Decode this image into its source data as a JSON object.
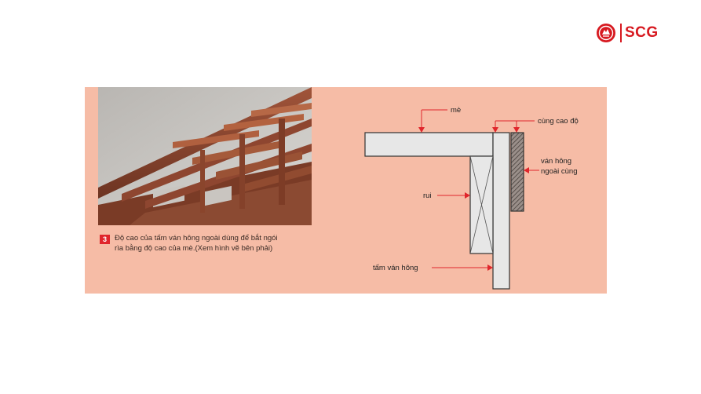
{
  "brand": {
    "name": "SCG",
    "color": "#d71920"
  },
  "panel_color": "#f6bca6",
  "photo": {
    "icon": "roof-rafter-photo"
  },
  "caption": {
    "number": "3",
    "text": "Độ cao của tấm ván hông ngoài dùng để bắt ngói rìa bằng độ cao của mè.(Xem hình vẽ bên phải)"
  },
  "diagram": {
    "labels": {
      "me": "mè",
      "cung_cao_do": "cùng cao độ",
      "van_hong_ngoai_cung_line1": "ván hông",
      "van_hong_ngoai_cung_line2": "ngoài cùng",
      "rui": "rui",
      "tam_van_hong": "tấm ván hông"
    }
  }
}
